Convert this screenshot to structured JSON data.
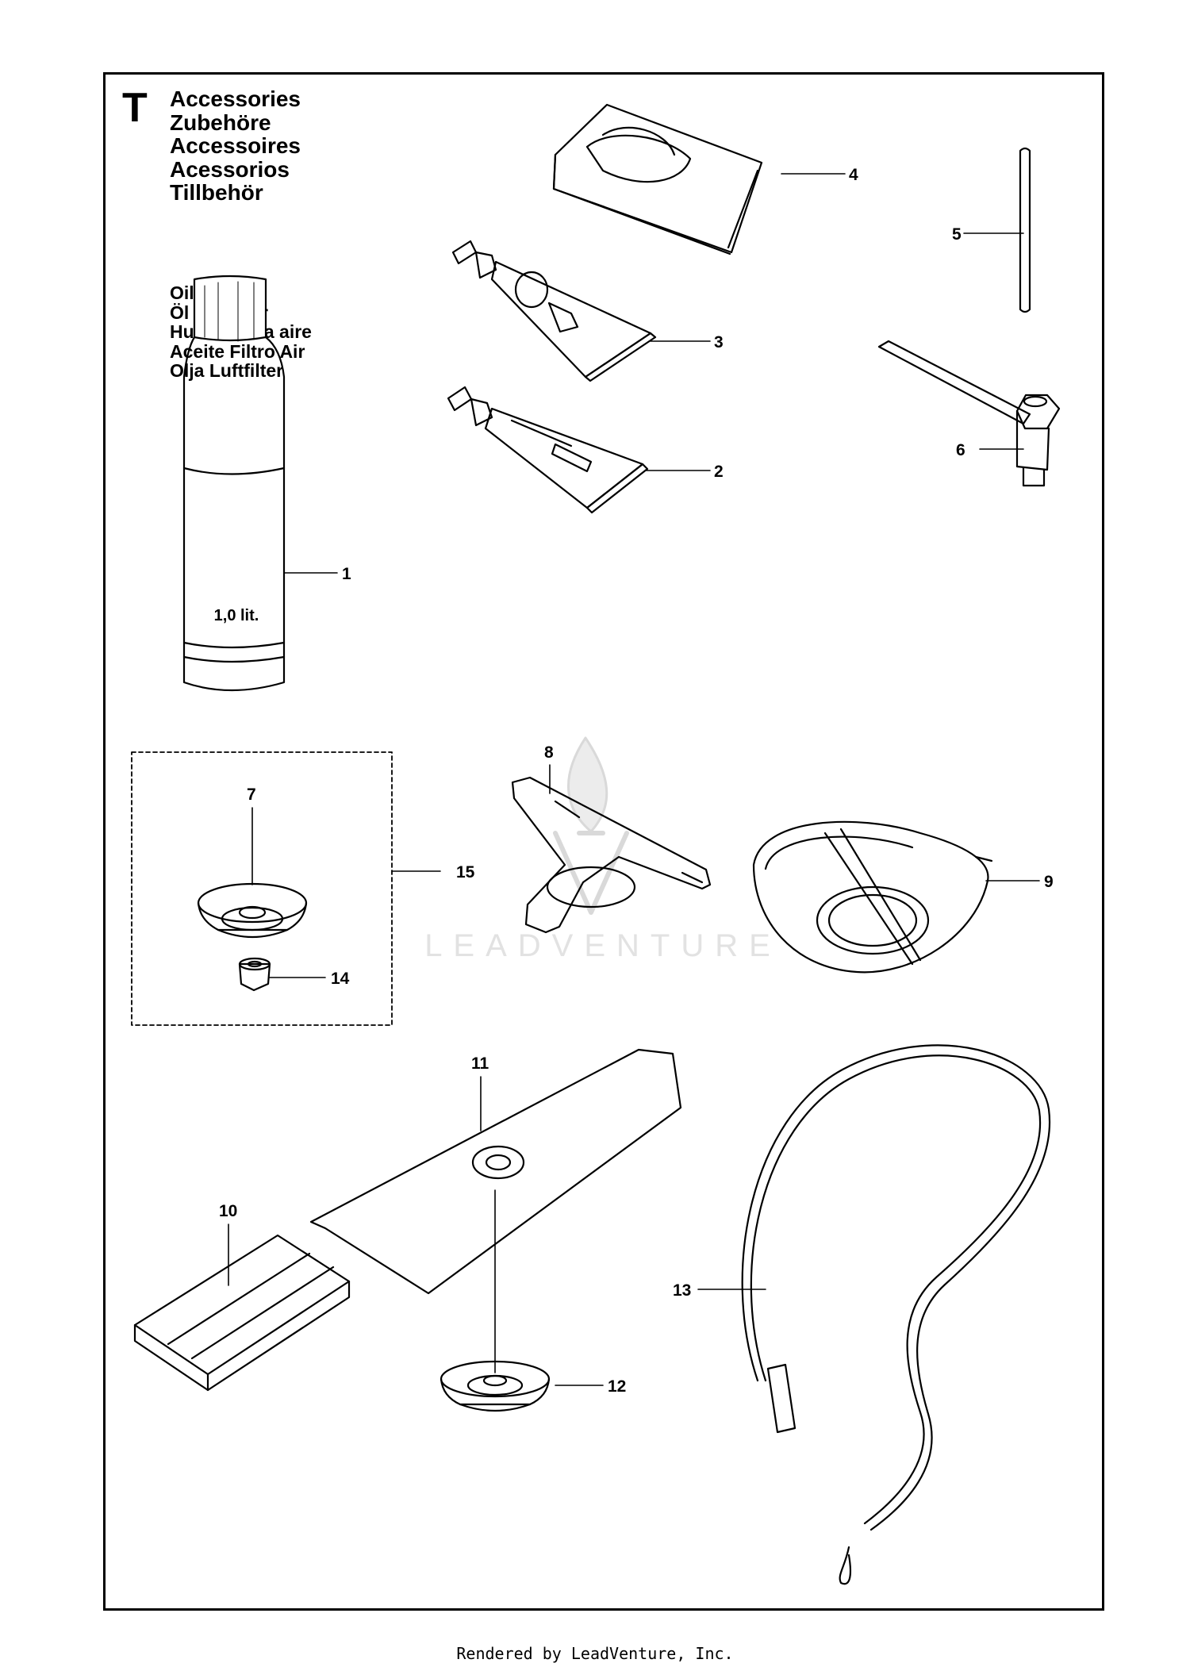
{
  "section_letter": "T",
  "title_lines": [
    "Accessories",
    "Zubehöre",
    "Accessoires",
    "Acessorios",
    "Tillbehör"
  ],
  "oil_label_lines": [
    "Oil Airfilter",
    "Öl Luftfilter",
    "Huile Filtera aire",
    "Aceite Filtro Air",
    "Olja Luftfilter"
  ],
  "bottle_label": "1,0 lit.",
  "watermark": "LEADVENTURE",
  "callouts": [
    "1",
    "2",
    "3",
    "4",
    "5",
    "6",
    "7",
    "8",
    "9",
    "10",
    "11",
    "12",
    "13",
    "14",
    "15"
  ],
  "footer": "Rendered by LeadVenture, Inc."
}
